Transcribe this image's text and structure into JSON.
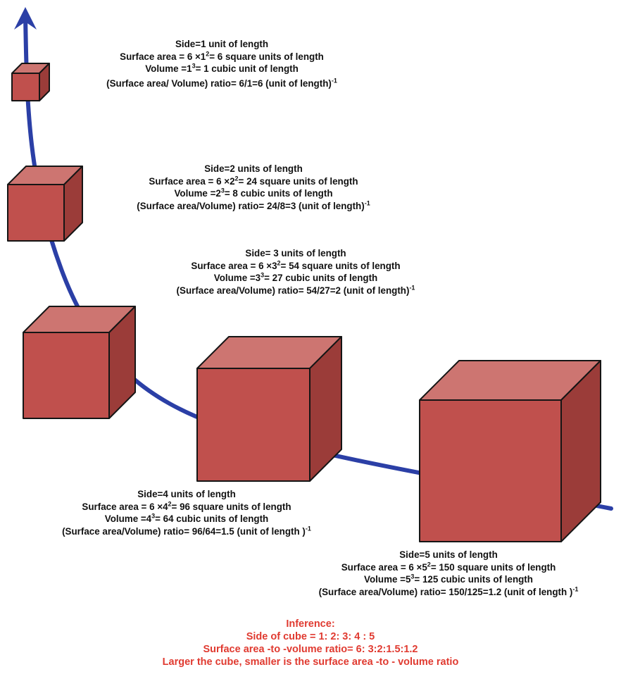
{
  "colors": {
    "curve": "#2b3fa6",
    "cube_front": "#c0504d",
    "cube_top": "#cd7571",
    "cube_side": "#9b3c39",
    "cube_edge": "#151515",
    "label_text": "#111111",
    "inference_text": "#e03a30"
  },
  "icons": {
    "arrow": "arrowhead-icon",
    "cube": "cube-icon"
  },
  "cubes": [
    {
      "side_label": "Side=1 unit of length",
      "sa_pre": "Surface area = 6 ×1",
      "sa_exp": "2",
      "sa_post": "= 6 square units of length",
      "vol_pre": "Volume =1",
      "vol_exp": "3",
      "vol_post": "= 1 cubic unit of length",
      "ratio_pre": "(Surface area/ Volume) ratio= 6/1=6 (unit of length)",
      "ratio_exp": "-1"
    },
    {
      "side_label": "Side=2 units of length",
      "sa_pre": "Surface area = 6 ×2",
      "sa_exp": "2",
      "sa_post": "= 24 square units of length",
      "vol_pre": "Volume =2",
      "vol_exp": "3",
      "vol_post": "= 8 cubic units of length",
      "ratio_pre": "(Surface area/Volume) ratio= 24/8=3 (unit of length)",
      "ratio_exp": "-1"
    },
    {
      "side_label": "Side= 3 units of length",
      "sa_pre": "Surface area = 6 ×3",
      "sa_exp": "2",
      "sa_post": "= 54 square units of length",
      "vol_pre": "Volume =3",
      "vol_exp": "3",
      "vol_post": "= 27 cubic units of length",
      "ratio_pre": "(Surface area/Volume) ratio= 54/27=2 (unit of length)",
      "ratio_exp": "-1"
    },
    {
      "side_label": "Side=4 units of length",
      "sa_pre": "Surface area = 6 ×4",
      "sa_exp": "2",
      "sa_post": "= 96 square units of length",
      "vol_pre": "Volume =4",
      "vol_exp": "3",
      "vol_post": "= 64 cubic units of length",
      "ratio_pre": "(Surface area/Volume) ratio= 96/64=1.5 (unit of length )",
      "ratio_exp": "-1"
    },
    {
      "side_label": "Side=5 units of length",
      "sa_pre": "Surface area = 6 ×5",
      "sa_exp": "2",
      "sa_post": "= 150 square units of length",
      "vol_pre": "Volume =5",
      "vol_exp": "3",
      "vol_post": "= 125 cubic units of length",
      "ratio_pre": "(Surface area/Volume) ratio= 150/125=1.2 (unit of length )",
      "ratio_exp": "-1"
    }
  ],
  "inference": {
    "heading": "Inference:",
    "sides": "Side of cube = 1: 2: 3: 4 : 5",
    "ratios": "Surface area -to -volume ratio= 6: 3:2:1.5:1.2",
    "conclusion": "Larger the cube, smaller is the surface area -to - volume ratio"
  }
}
